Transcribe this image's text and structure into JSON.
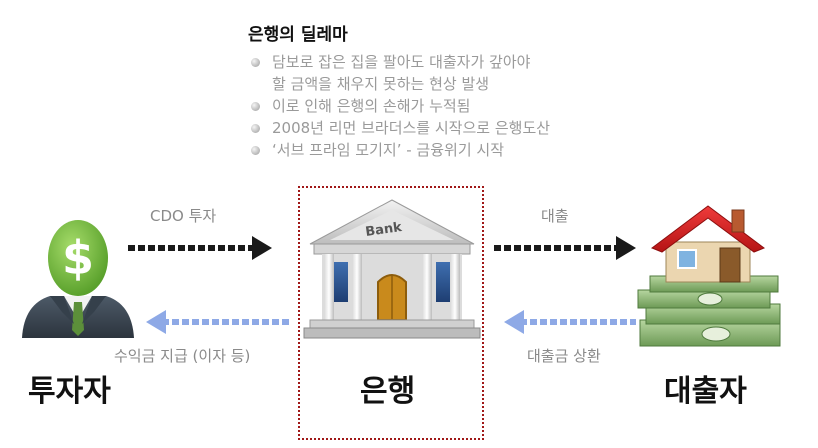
{
  "dilemma": {
    "title": "은행의 딜레마",
    "bullets": [
      "담보로 잡은 집을 팔아도 대출자가 갚아야",
      "할 금액을 채우지 못하는 현상 발생",
      "이로 인해 은행의 손해가 누적됨",
      "2008년 리먼 브라더스를 시작으로 은행도산",
      "‘서브 프라임 모기지’ - 금융위기 시작"
    ]
  },
  "flows": {
    "cdo": "CDO 투자",
    "loan": "대출",
    "interest": "수익금 지급 (이자 등)",
    "repayment": "대출금 상환"
  },
  "entities": {
    "investor": "투자자",
    "bank": "은행",
    "borrower": "대출자"
  },
  "bank_sign": "Bank",
  "icons": {
    "investor": "investor-dollar-head-icon",
    "bank": "bank-building-icon",
    "borrower": "house-on-money-icon"
  },
  "colors": {
    "dark_arrow": "#1a1a1a",
    "blue_arrow": "#8ea9e6",
    "highlight_box": "#a01818",
    "investor_head": "#7cc242",
    "suit": "#3d4753",
    "roof": "#d42020"
  }
}
